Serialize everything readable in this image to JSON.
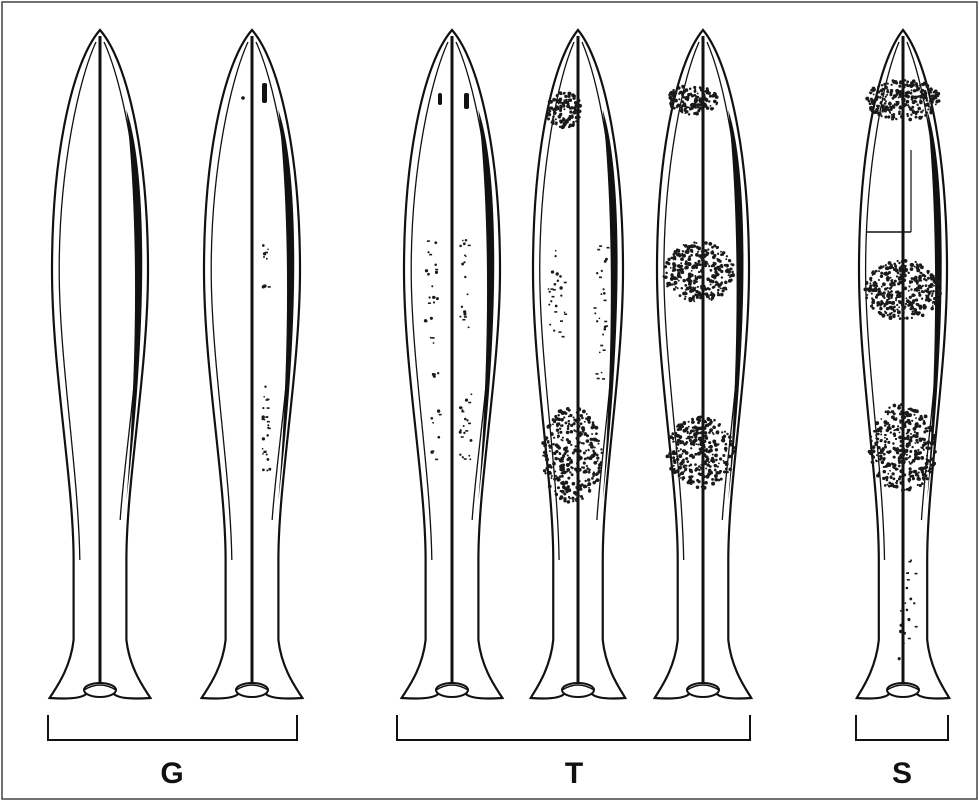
{
  "figure": {
    "groups": [
      {
        "label": "G"
      },
      {
        "label": "T"
      },
      {
        "label": "S"
      }
    ],
    "colors": {
      "ink": "#111111",
      "stipple": "#1a1a1a",
      "background": "#ffffff",
      "frame": "#444444"
    }
  }
}
